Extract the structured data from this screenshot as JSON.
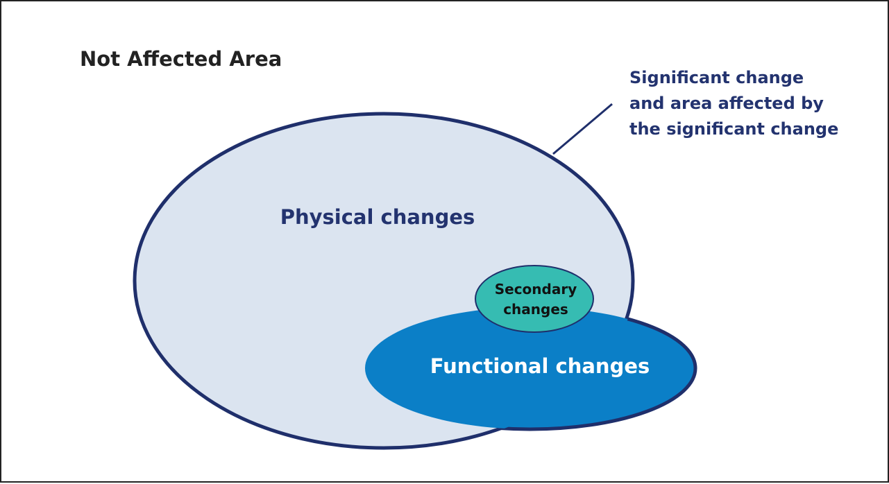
{
  "outer_label": "Not Affected Area",
  "callout": {
    "lines": [
      "Significant change",
      "and area affected by",
      "the significant change"
    ]
  },
  "physical": {
    "label": "Physical changes"
  },
  "functional": {
    "label": "Functional changes"
  },
  "secondary": {
    "lines": [
      "Secondary",
      "changes"
    ]
  },
  "colors": {
    "outline": "#1f2f6b",
    "physical_fill": "#dbe4f0",
    "functional_fill": "#0b7fc7",
    "secondary_fill": "#36bcb2",
    "dark_text": "#222222",
    "navy_text": "#23336f",
    "white_text": "#ffffff"
  }
}
